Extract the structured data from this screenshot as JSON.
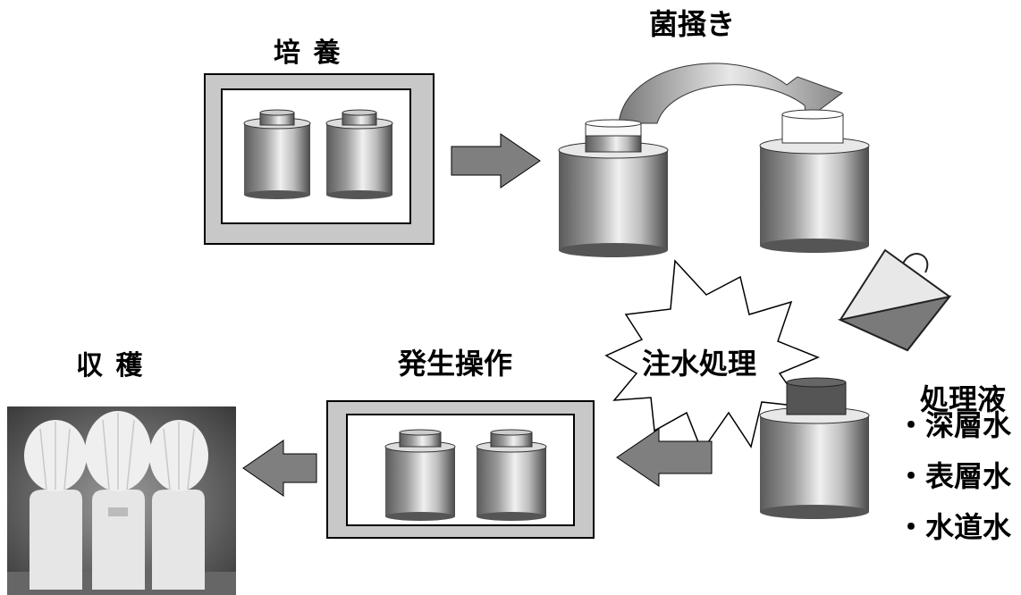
{
  "labels": {
    "culture": "培 養",
    "inoculation": "菌掻き",
    "water_treatment": "注水処理",
    "fruiting": "発生操作",
    "harvest": "収 穫"
  },
  "treatment_liquid": {
    "title": "処理液",
    "items": [
      "・深層水",
      "・表層水",
      "・水道水"
    ]
  },
  "colors": {
    "background": "#ffffff",
    "arrow_gray": "#7f7f7f",
    "frame_gray": "#c8c8c8",
    "outline": "#000000"
  }
}
